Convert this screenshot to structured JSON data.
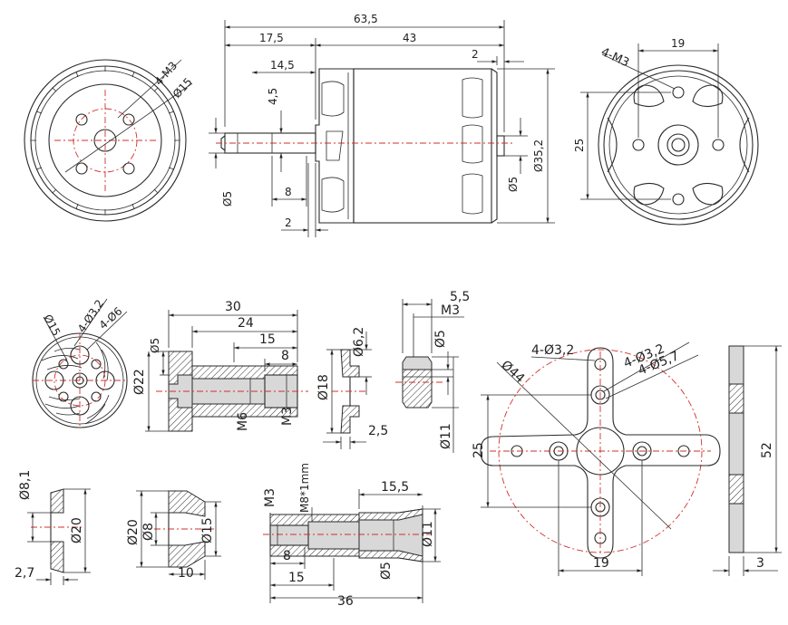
{
  "drawing": {
    "motor_side": {
      "overall_length": "63,5",
      "front_to_can": "17,5",
      "can_length": "43",
      "rear_shaft": "2",
      "shaft_stub": "14,5",
      "shaft_flat": "4,5",
      "flat_length": "8",
      "collar": "2",
      "shaft_dia_front": "Ø5",
      "shaft_dia_rear": "Ø5",
      "body_dia": "Ø35,2"
    },
    "motor_front": {
      "holes": "4-M3",
      "bolt_circle": "Ø15"
    },
    "motor_rear": {
      "holes": "4-M3",
      "spacing_h": "19",
      "spacing_v": "25"
    },
    "prop_adapter": {
      "bolt_circle": "Ø15",
      "small_holes": "4-Ø3,2",
      "large_holes": "4-Ø6",
      "length": "30",
      "shaft_length": "24",
      "thread_length": "15",
      "bore_length": "8",
      "flange_width": "Ø5",
      "flange_dia": "Ø22",
      "thread": "M6",
      "set_screw": "M3"
    },
    "cone_washer": {
      "inner": "Ø6,2",
      "outer": "Ø18",
      "thickness": "2,5"
    },
    "nut": {
      "height": "5,5",
      "thread": "M3",
      "bore": "Ø5",
      "outer": "Ø11"
    },
    "x_mount": {
      "small_holes": "4-Ø3,2",
      "mid_holes": "4-Ø3,2",
      "large_holes": "4-Ø5,7",
      "circle": "Ø44",
      "spacing_v": "25",
      "spacing_h": "19",
      "height": "52",
      "thickness": "3"
    },
    "washer": {
      "inner": "Ø8,1",
      "outer": "Ø20",
      "thickness": "2,7"
    },
    "collet_cone": {
      "outer": "Ø20",
      "inner": "Ø8",
      "small_end": "Ø15",
      "length": "10"
    },
    "prop_shaft": {
      "thread_label": "M3",
      "spec": "M8*1mm",
      "tip_length": "15,5",
      "tip_dia": "Ø11",
      "bore": "Ø5",
      "bore_depth": "8",
      "thread_depth": "15",
      "length": "36"
    }
  }
}
